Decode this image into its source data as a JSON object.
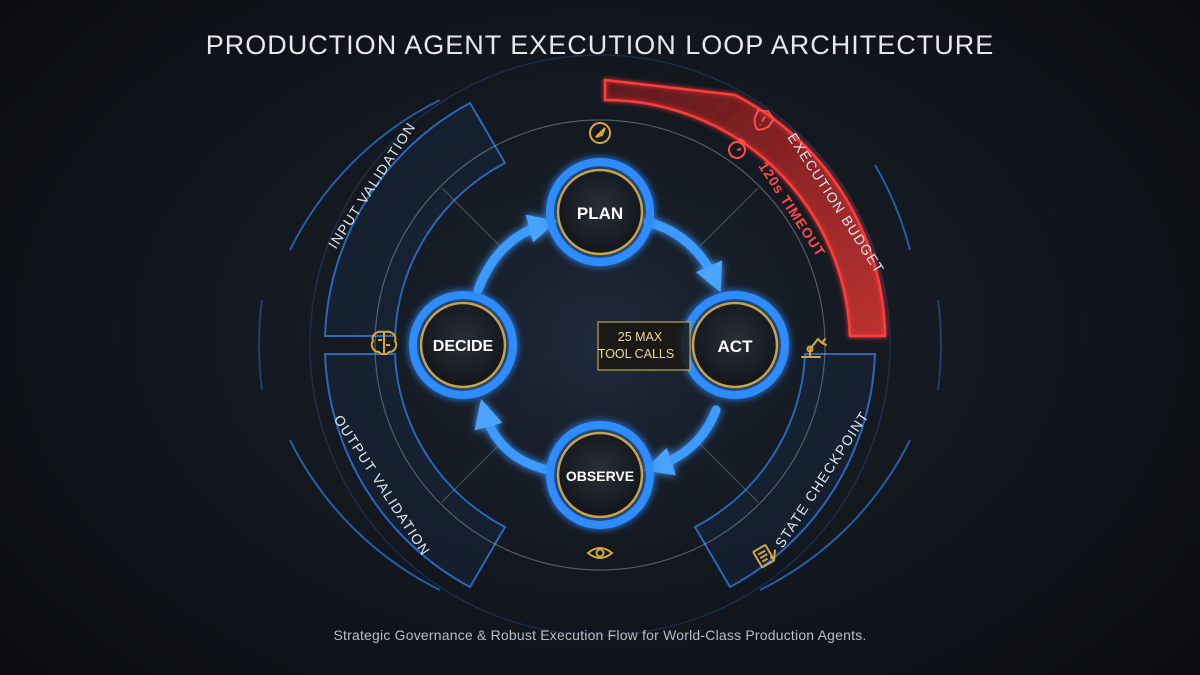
{
  "title": "PRODUCTION AGENT EXECUTION LOOP ARCHITECTURE",
  "subtitle": "Strategic Governance & Robust Execution Flow for World-Class Production Agents.",
  "nodes": {
    "plan": "PLAN",
    "act": "ACT",
    "observe": "OBSERVE",
    "decide": "DECIDE"
  },
  "center_badge": {
    "line1": "25 MAX",
    "line2": "TOOL CALLS"
  },
  "arc_labels": {
    "input_validation": "INPUT VALIDATION",
    "output_validation": "OUTPUT VALIDATION",
    "state_checkpoint": "STATE CHECKPOINT",
    "execution_budget": "EXECUTION BUDGET",
    "timeout": "120s TIMEOUT"
  },
  "icons": {
    "plan": "compass-icon",
    "act": "robotic-arm-icon",
    "observe": "eye-icon",
    "decide": "brain-icon",
    "budget": "shield-alert-icon",
    "timeout": "stopwatch-icon",
    "checkpoint": "checkpoint-document-icon"
  },
  "colors": {
    "accent_blue": "#2f8cff",
    "node_gold": "#c9a24a",
    "budget_red": "#e53935",
    "icon_gold": "#d4a93c"
  }
}
